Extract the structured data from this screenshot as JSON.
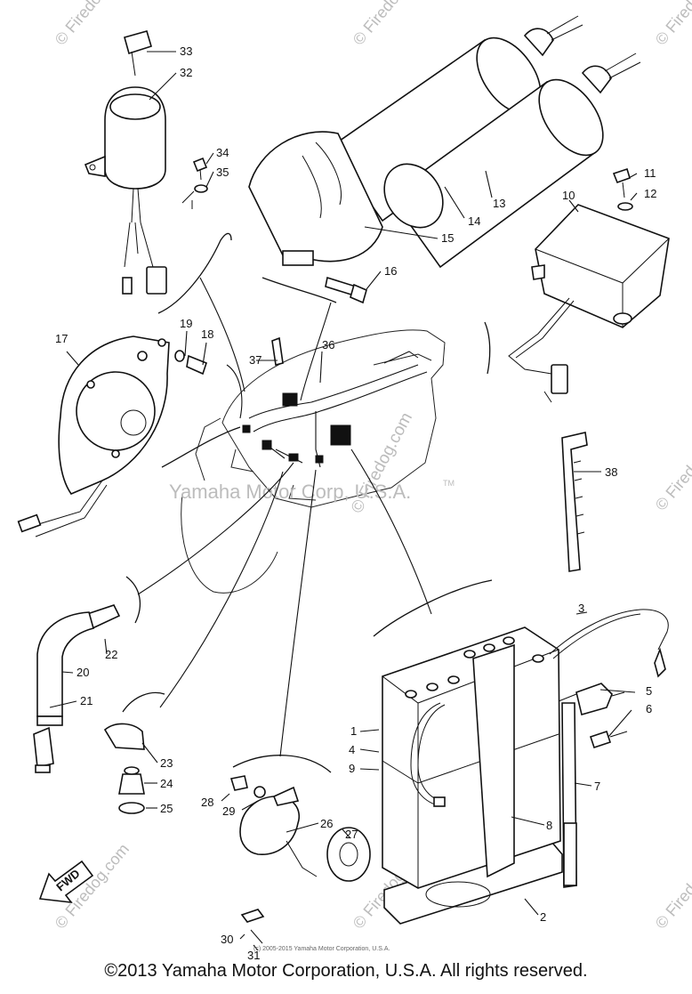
{
  "watermarks": {
    "center": "Yamaha Motor Corp, U.S.A.",
    "trademark": "TM",
    "diagonal": "© Firedog.com",
    "corner": "© Firedog.com"
  },
  "callouts": [
    "1",
    "2",
    "3",
    "4",
    "5",
    "6",
    "7",
    "8",
    "9",
    "10",
    "11",
    "12",
    "13",
    "14",
    "15",
    "16",
    "17",
    "18",
    "19",
    "20",
    "21",
    "22",
    "23",
    "24",
    "25",
    "26",
    "27",
    "28",
    "29",
    "30",
    "31",
    "32",
    "33",
    "34",
    "35",
    "36",
    "37",
    "38"
  ],
  "fwd_label": "FWD",
  "small_copyright": "(c) 2005-2015 Yamaha Motor Corporation, U.S.A.",
  "footer_copyright": "©2013 Yamaha Motor Corporation, U.S.A. All rights reserved."
}
